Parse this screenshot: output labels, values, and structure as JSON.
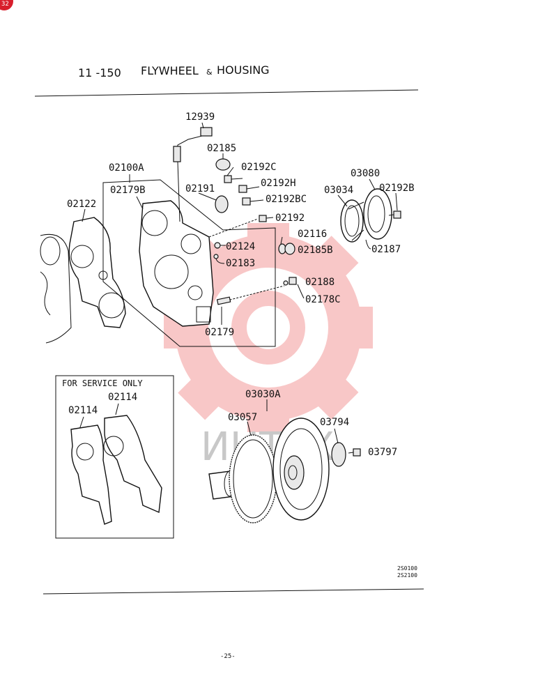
{
  "page": {
    "section_number": "11 -150",
    "title_word1": "FLYWHEEL",
    "title_amp": "&",
    "title_word2": "HOUSING",
    "corner_badge": "32",
    "footer": "-25-",
    "model_codes": [
      "2S0100",
      "2S2100"
    ],
    "watermark_text": "ИНТЕХ"
  },
  "service_box": {
    "title": "FOR SERVICE ONLY"
  },
  "part_labels": {
    "p12939": "12939",
    "p02185": "02185",
    "p02192C": "02192C",
    "p02100A": "02100A",
    "p02191": "02191",
    "p02192H": "02192H",
    "p03080": "03080",
    "p02179B": "02179B",
    "p03034": "03034",
    "p02192B": "02192B",
    "p02192BC": "02192BC",
    "p02122": "02122",
    "p02192": "02192",
    "p02116": "02116",
    "p02124": "02124",
    "p02185B": "02185B",
    "p02187": "02187",
    "p02183": "02183",
    "p02188": "02188",
    "p02178C": "02178C",
    "p02179": "02179",
    "p02114a": "02114",
    "p02114b": "02114",
    "p03030A": "03030A",
    "p03057": "03057",
    "p03794": "03794",
    "p03797": "03797"
  },
  "colors": {
    "ink": "#111111",
    "watermark_red": "#e83a3a",
    "badge_red": "#d81e2c"
  }
}
